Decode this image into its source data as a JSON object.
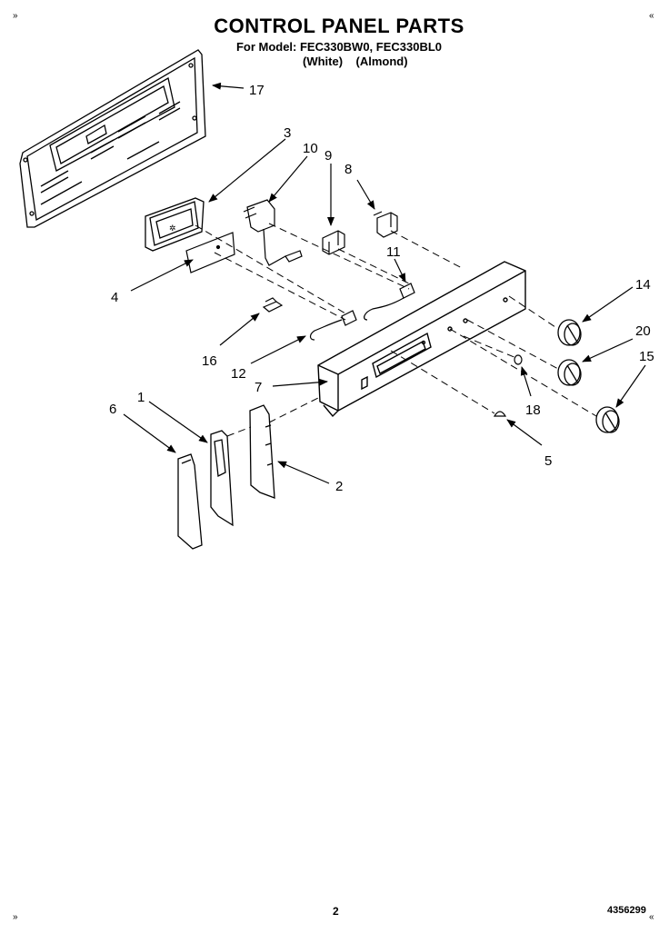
{
  "header": {
    "title": "CONTROL PANEL PARTS",
    "model_line": "For Model: FEC330BW0, FEC330BL0",
    "variants": "(White)    (Almond)"
  },
  "corner_marks": {
    "top_left": "»",
    "top_right": "«",
    "bottom_left": "»",
    "bottom_right": "«"
  },
  "footer": {
    "page_number": "2",
    "document_number": "4356299"
  },
  "callouts": {
    "c1": "1",
    "c2": "2",
    "c3": "3",
    "c4": "4",
    "c5": "5",
    "c6": "6",
    "c7": "7",
    "c8": "8",
    "c9": "9",
    "c10": "10",
    "c11": "11",
    "c12": "12",
    "c14": "14",
    "c15": "15",
    "c16": "16",
    "c17": "17",
    "c18": "18",
    "c20": "20"
  }
}
